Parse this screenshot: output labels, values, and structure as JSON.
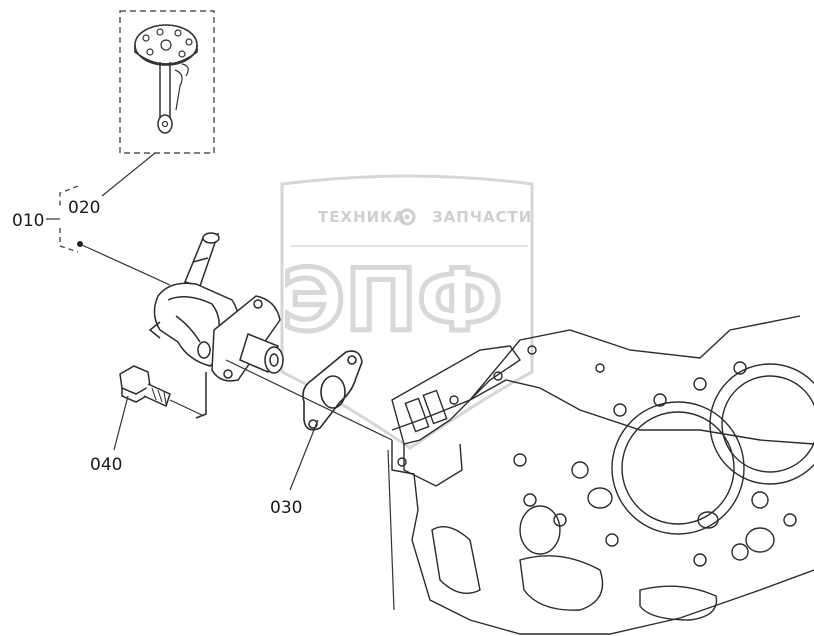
{
  "callouts": {
    "assembly": "010",
    "strainer": "020",
    "gasket": "030",
    "bolt": "040"
  },
  "watermark": {
    "line1_left": "ТЕХНИКА",
    "line1_right": "ЗАПЧАСТИ",
    "logo": "ЭПФ"
  },
  "colors": {
    "line": "#2b2b2b",
    "watermark": "#d0d0d0"
  }
}
